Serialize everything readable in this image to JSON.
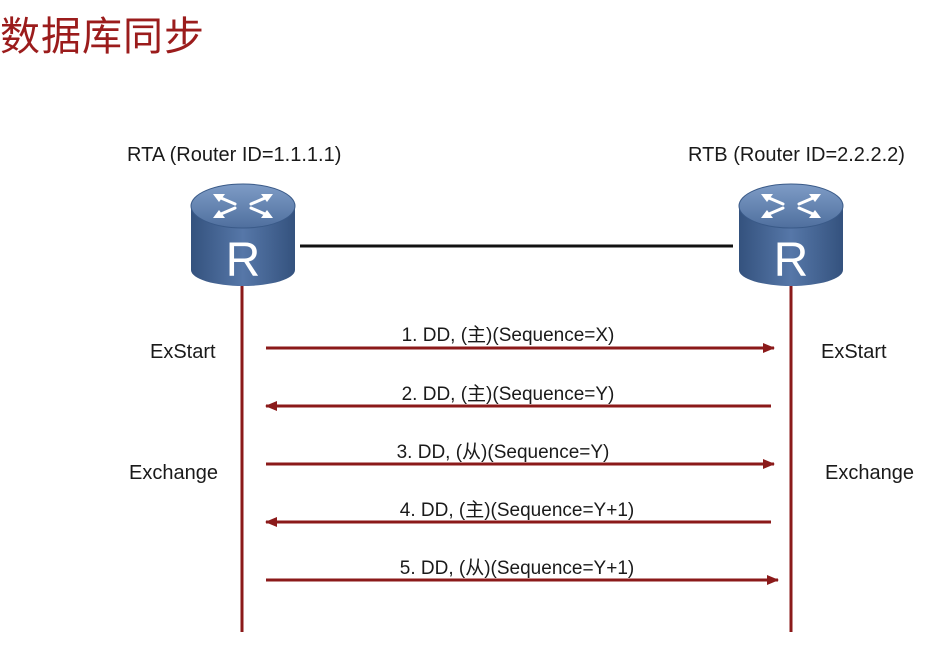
{
  "page_title": "数据库同步",
  "routers": {
    "left": {
      "label": "RTA  (Router ID=1.1.1.1)",
      "icon_letter": "R"
    },
    "right": {
      "label": "RTB  (Router ID=2.2.2.2)",
      "icon_letter": "R"
    }
  },
  "states": {
    "left": [
      "ExStart",
      "Exchange"
    ],
    "right": [
      "ExStart",
      "Exchange"
    ]
  },
  "messages": [
    {
      "label": "1. DD, (主)(Sequence=X)",
      "direction": "right"
    },
    {
      "label": "2. DD, (主)(Sequence=Y)",
      "direction": "left"
    },
    {
      "label": "3. DD, (从)(Sequence=Y)",
      "direction": "right"
    },
    {
      "label": "4. DD, (主)(Sequence=Y+1)",
      "direction": "left"
    },
    {
      "label": "5. DD, (从)(Sequence=Y+1)",
      "direction": "right"
    }
  ],
  "colors": {
    "title": "#9b1c1c",
    "arrow": "#8b1a1a",
    "router_top": "#5a7aa8",
    "router_body": "#3f5f8f"
  }
}
